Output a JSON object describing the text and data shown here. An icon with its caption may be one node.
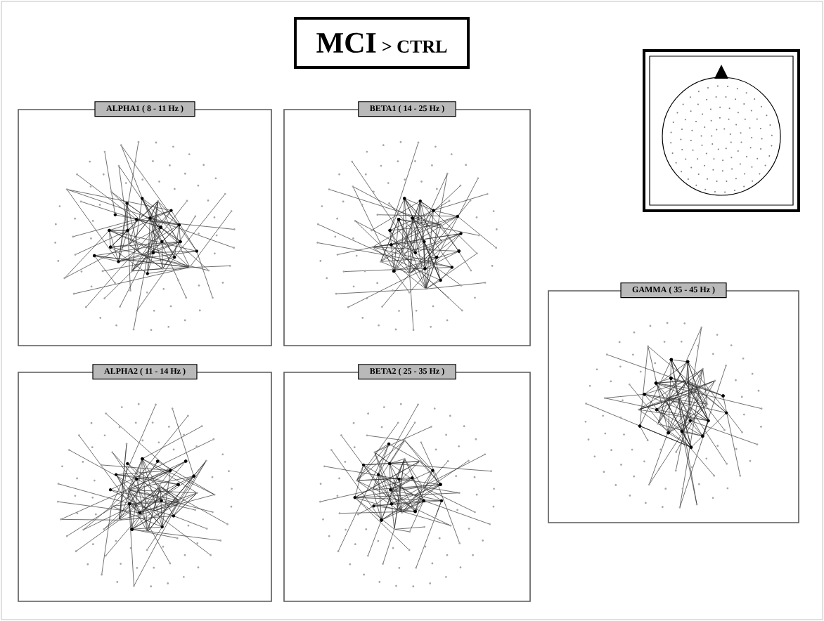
{
  "diagram": {
    "nodes": [
      {
        "text": [
          "MCI",
          "> CTRL"
        ]
      },
      {
        "text": [
          "ALPHA1 ( 8 - 11 Hz )"
        ]
      },
      {
        "text": [
          "BETA1 ( 14 - 25 Hz )"
        ]
      },
      {
        "text": [
          "GAMMA ( 35 - 45 Hz )"
        ]
      },
      {
        "text": [
          "ALPHA2 ( 11 - 14 Hz )"
        ]
      },
      {
        "text": [
          "BETA2 ( 25 - 35 Hz )"
        ]
      }
    ]
  }
}
